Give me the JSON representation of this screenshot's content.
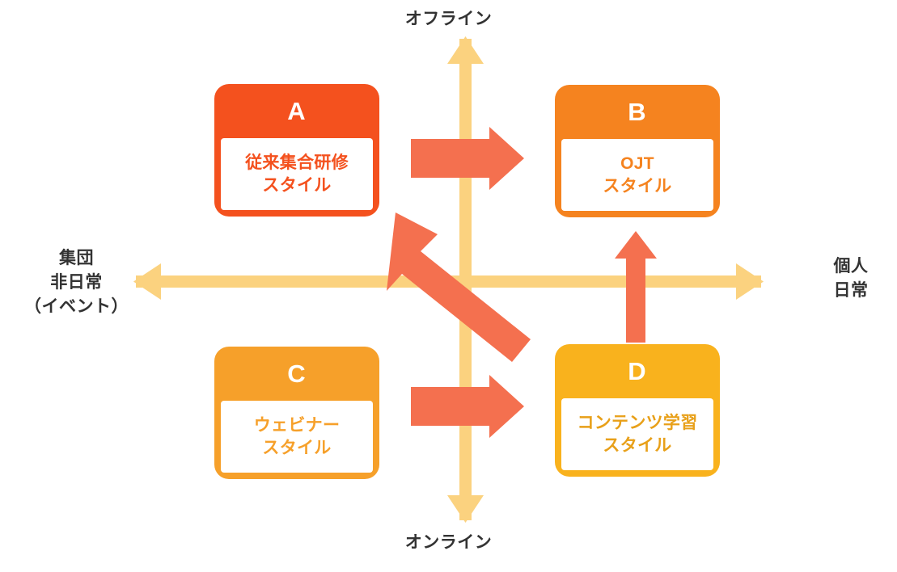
{
  "diagram": {
    "title": "Learning style quadrant matrix",
    "background_color": "#FFFFFF",
    "axes": {
      "vertical": {
        "top_label": "オフライン",
        "bottom_label": "オンライン",
        "color": "#FBD27F"
      },
      "horizontal": {
        "left_label": "集団\n非日常\n（イベント）",
        "right_label": "個人\n日常",
        "color": "#FBD27F"
      },
      "label_color": "#333333"
    },
    "quadrants": [
      {
        "id": "A",
        "letter": "A",
        "text": "従来集合研修\nスタイル",
        "color": "#F4511E",
        "position": "top-left"
      },
      {
        "id": "B",
        "letter": "B",
        "text": "OJT\nスタイル",
        "color": "#F5831F",
        "position": "top-right"
      },
      {
        "id": "C",
        "letter": "C",
        "text": "ウェビナー\nスタイル",
        "color": "#F6A02A",
        "position": "bottom-left"
      },
      {
        "id": "D",
        "letter": "D",
        "text": "コンテンツ学習\nスタイル",
        "color": "#F9B21D",
        "position": "bottom-right"
      }
    ],
    "arrows": [
      {
        "id": "a-to-b",
        "from": "A",
        "to": "B",
        "direction": "right",
        "color": "#F4704F"
      },
      {
        "id": "c-to-d",
        "from": "C",
        "to": "D",
        "direction": "right",
        "color": "#F4704F"
      },
      {
        "id": "d-to-b",
        "from": "D",
        "to": "B",
        "direction": "up",
        "color": "#F4704F"
      },
      {
        "id": "d-to-a",
        "from": "D",
        "to": "A",
        "direction": "up-left-diagonal",
        "color": "#F4704F"
      }
    ]
  }
}
